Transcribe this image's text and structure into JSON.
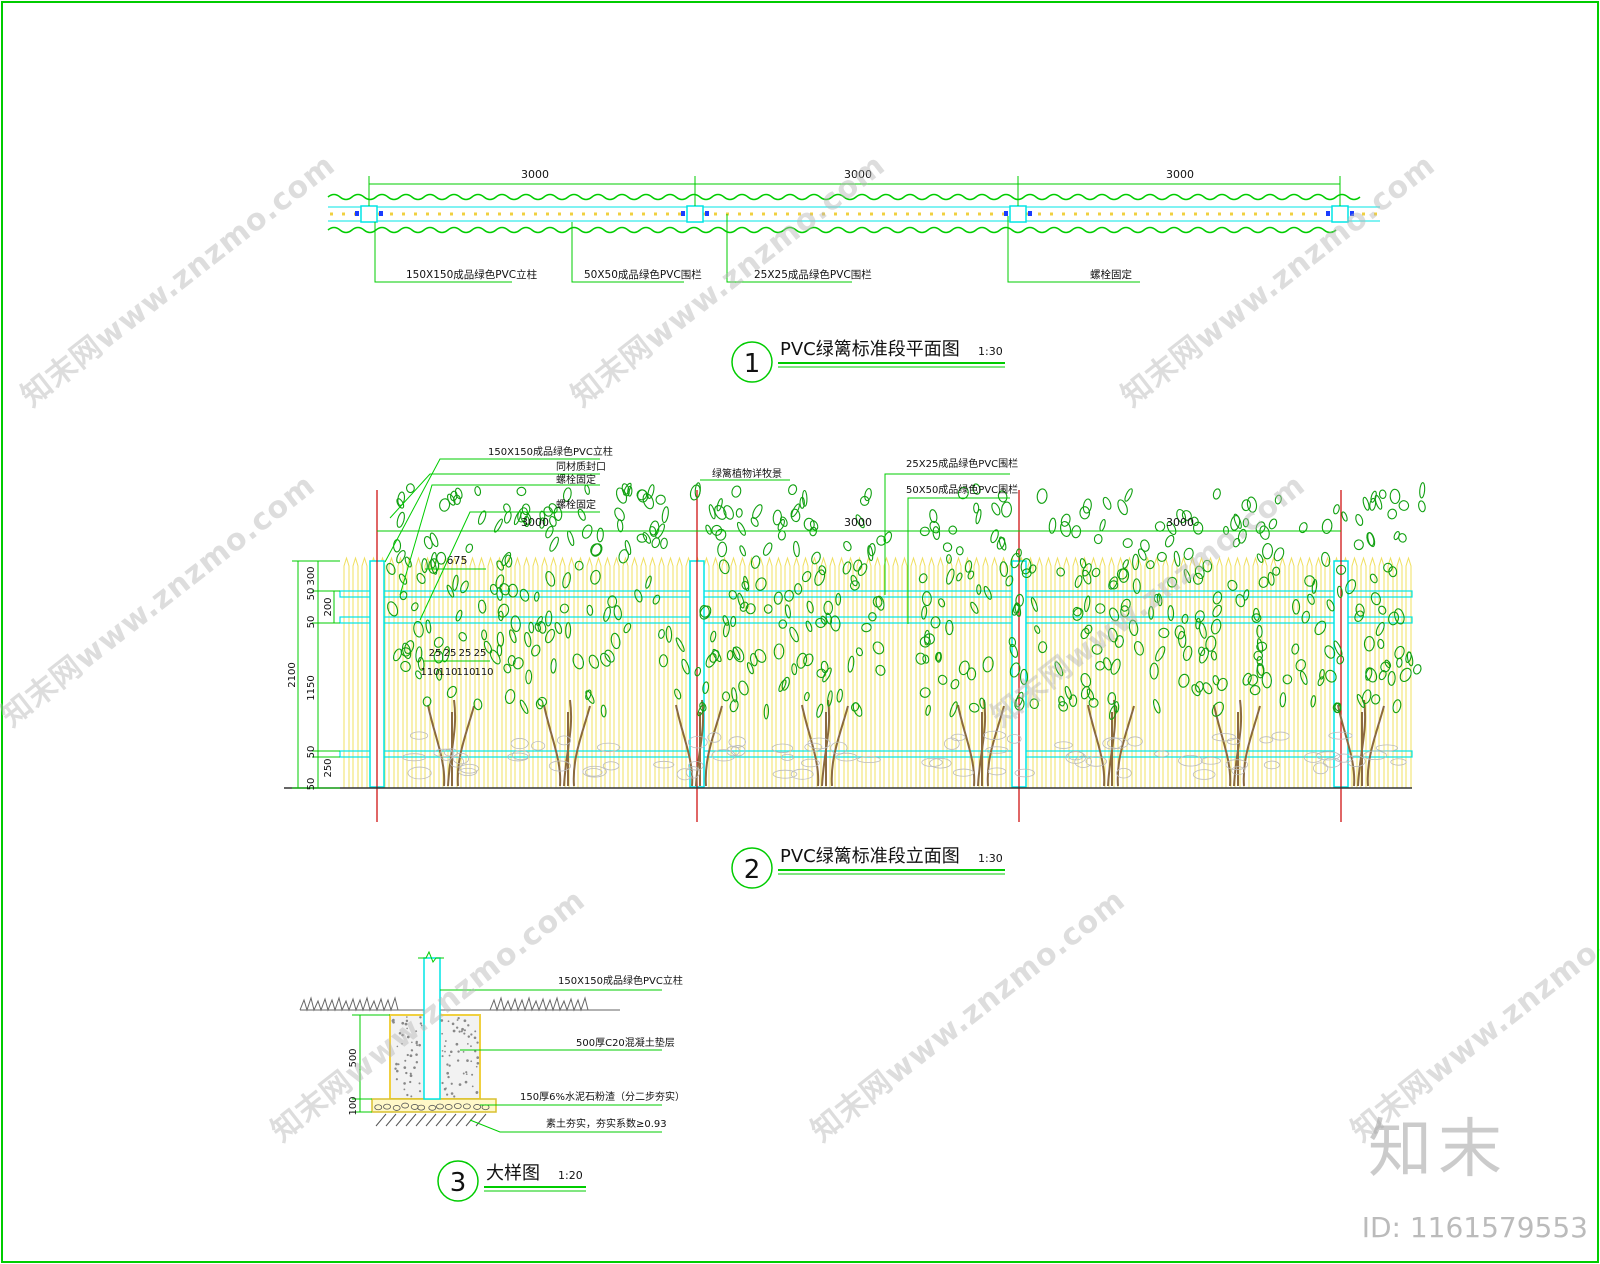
{
  "colors": {
    "line": "#00cc00",
    "accent": "#00e5e5",
    "fence": "#f0e060",
    "red": "#cc0000",
    "text": "#111111",
    "watermark": "#b4b4b4"
  },
  "plan": {
    "dims": [
      "3000",
      "3000",
      "3000"
    ],
    "callouts": [
      "150X150成品绿色PVC立柱",
      "50X50成品绿色PVC围栏",
      "25X25成品绿色PVC围栏",
      "螺栓固定"
    ],
    "title_num": "1",
    "title": "PVC绿篱标准段平面图",
    "scale": "1:30"
  },
  "elevation": {
    "callouts_left": [
      "150X150成品绿色PVC立柱",
      "同材质封口",
      "螺栓固定",
      "螺栓固定"
    ],
    "callout_mid": "绿篱植物详牧景",
    "callouts_right": [
      "25X25成品绿色PVC围栏",
      "50X50成品绿色PVC围栏"
    ],
    "dims_top": [
      "3000",
      "3000",
      "3000"
    ],
    "spacing": "675",
    "small_dims": [
      "25",
      "25",
      "25",
      "25"
    ],
    "small_dims2": [
      "110",
      "110",
      "110",
      "110"
    ],
    "vdims_total": "2100",
    "vdims_a": [
      "50",
      "300",
      "50",
      "200",
      "50",
      "1150",
      "50",
      "250",
      "50"
    ],
    "title_num": "2",
    "title": "PVC绿篱标准段立面图",
    "scale": "1:30"
  },
  "detail": {
    "callouts": [
      "150X150成品绿色PVC立柱",
      "500厚C20混凝土垫层",
      "150厚6%水泥石粉渣（分二步夯实）",
      "素土夯实，夯实系数≥0.93"
    ],
    "dims": [
      "500",
      "100"
    ],
    "title_num": "3",
    "title": "大样图",
    "scale": "1:20"
  },
  "watermark": {
    "text": "知末网www.znzmo.com",
    "brand": "知末",
    "id": "ID: 1161579553"
  }
}
